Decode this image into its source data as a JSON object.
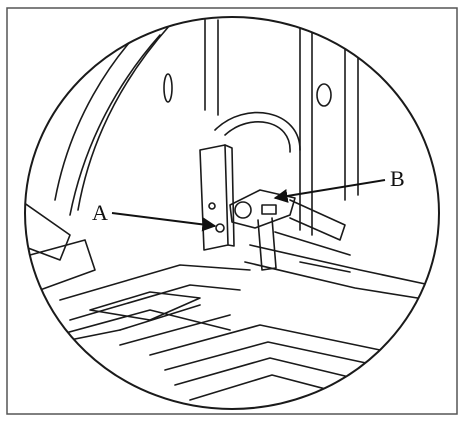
{
  "figure": {
    "callouts": [
      {
        "id": "A",
        "text": "A"
      },
      {
        "id": "B",
        "text": "B"
      }
    ],
    "colors": {
      "line": "#1a1a1a",
      "background": "#ffffff",
      "border": "#555555"
    }
  }
}
